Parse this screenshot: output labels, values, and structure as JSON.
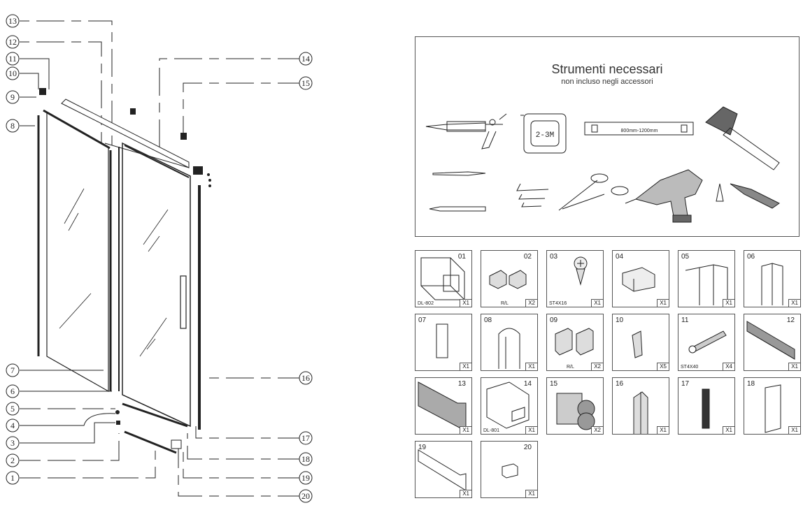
{
  "callouts": [
    "1",
    "2",
    "3",
    "4",
    "5",
    "6",
    "7",
    "8",
    "9",
    "10",
    "11",
    "12",
    "13",
    "14",
    "15",
    "16",
    "17",
    "18",
    "19",
    "20"
  ],
  "tools": {
    "title": "Strumenti necessari",
    "subtitle": "non incluso negli accessori",
    "tape_label": "2-3M",
    "level_label": "800mm-1200mm"
  },
  "parts": [
    {
      "num": "01",
      "qty": "X1",
      "code": "DL-802"
    },
    {
      "num": "02",
      "qty": "X2",
      "code": "R/L"
    },
    {
      "num": "03",
      "qty": "X1",
      "code": "ST4X16"
    },
    {
      "num": "04",
      "qty": "X1",
      "code": ""
    },
    {
      "num": "05",
      "qty": "X1",
      "code": ""
    },
    {
      "num": "06",
      "qty": "X1",
      "code": ""
    },
    {
      "num": "07",
      "qty": "X1",
      "code": ""
    },
    {
      "num": "08",
      "qty": "X1",
      "code": ""
    },
    {
      "num": "09",
      "qty": "X2",
      "code": "R/L"
    },
    {
      "num": "10",
      "qty": "X5",
      "code": ""
    },
    {
      "num": "11",
      "qty": "X4",
      "code": "ST4X40"
    },
    {
      "num": "12",
      "qty": "X1",
      "code": ""
    },
    {
      "num": "13",
      "qty": "X1",
      "code": ""
    },
    {
      "num": "14",
      "qty": "X1",
      "code": "DL-801"
    },
    {
      "num": "15",
      "qty": "X2",
      "code": ""
    },
    {
      "num": "16",
      "qty": "X1",
      "code": ""
    },
    {
      "num": "17",
      "qty": "X1",
      "code": ""
    },
    {
      "num": "18",
      "qty": "X1",
      "code": ""
    },
    {
      "num": "19",
      "qty": "X1",
      "code": ""
    },
    {
      "num": "20",
      "qty": "X1",
      "code": ""
    }
  ]
}
